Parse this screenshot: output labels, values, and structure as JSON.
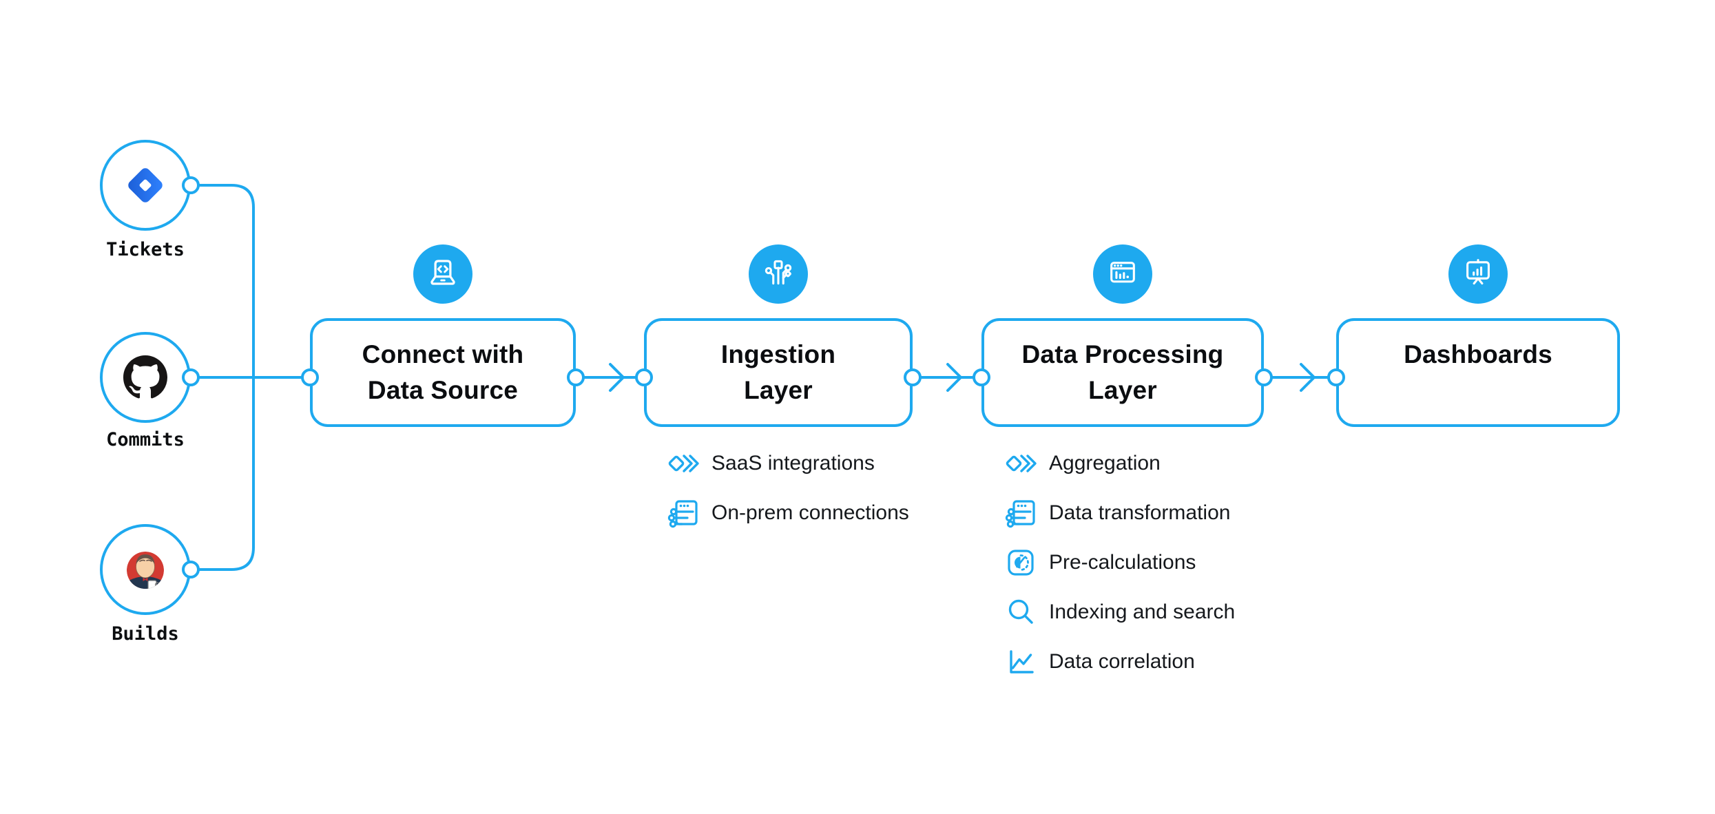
{
  "colors": {
    "accent": "#1ea9ef",
    "text": "#0b0d10"
  },
  "sources": [
    {
      "label": "Tickets",
      "icon": "jira-icon"
    },
    {
      "label": "Commits",
      "icon": "github-icon"
    },
    {
      "label": "Builds",
      "icon": "jenkins-icon"
    }
  ],
  "stages": [
    {
      "title_lines": [
        "Connect with",
        "Data Source"
      ],
      "badge_icon": "laptop-code-icon",
      "features": []
    },
    {
      "title_lines": [
        "Ingestion",
        "Layer"
      ],
      "badge_icon": "circuit-branches-icon",
      "features": [
        {
          "label": "SaaS integrations",
          "icon": "stacked-diamonds-icon"
        },
        {
          "label": "On-prem connections",
          "icon": "window-sliders-icon"
        }
      ]
    },
    {
      "title_lines": [
        "Data Processing",
        "Layer"
      ],
      "badge_icon": "browser-chart-icon",
      "features": [
        {
          "label": "Aggregation",
          "icon": "stacked-diamonds-icon"
        },
        {
          "label": "Data transformation",
          "icon": "window-sliders-icon"
        },
        {
          "label": "Pre-calculations",
          "icon": "gauge-icon"
        },
        {
          "label": "Indexing and search",
          "icon": "search-icon"
        },
        {
          "label": "Data correlation",
          "icon": "line-chart-icon"
        }
      ]
    },
    {
      "title_lines": [
        "Dashboards",
        ""
      ],
      "badge_icon": "presentation-chart-icon",
      "features": []
    }
  ]
}
